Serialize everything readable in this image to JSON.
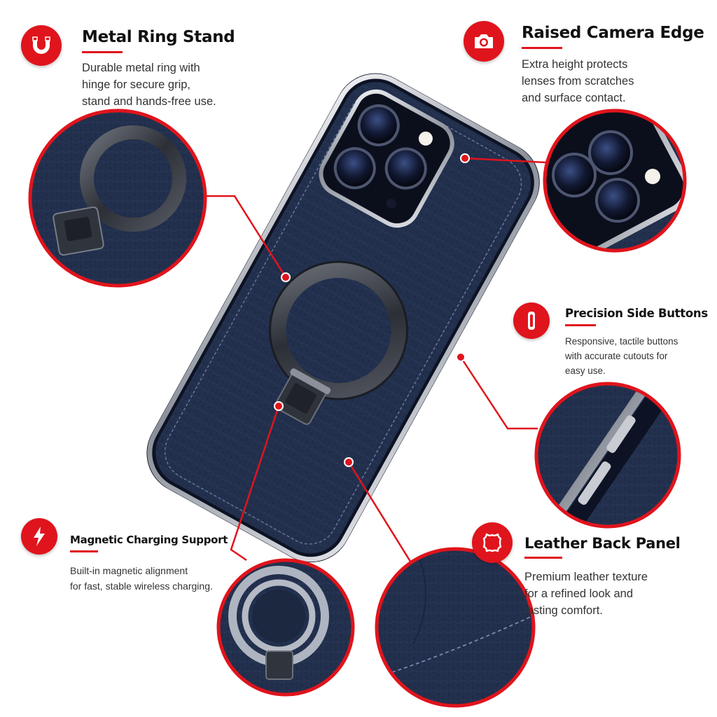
{
  "features": {
    "metal_ring_stand": {
      "icon": "magnet-icon",
      "title": "Metal Ring Stand",
      "lines": [
        "Durable metal ring with",
        "hinge for secure grip,",
        "stand and hands-free use."
      ]
    },
    "raised_camera_edge": {
      "icon": "camera-icon",
      "title": "Raised Camera Edge",
      "lines": [
        "Extra height protects",
        "lenses from scratches",
        "and surface contact."
      ]
    },
    "precision_side_buttons": {
      "icon": "side-button-icon",
      "title": "Precision Side Buttons",
      "lines": [
        "Responsive, tactile buttons",
        "with accurate cutouts for",
        "easy use."
      ]
    },
    "magnetic_charging_support": {
      "icon": "lightning-icon",
      "title": "Magnetic Charging Support",
      "lines": [
        "Built-in magnetic alignment",
        "for fast, stable wireless charging."
      ]
    },
    "leather_back_panel": {
      "icon": "leather-hide-icon",
      "title": "Leather Back Panel",
      "lines": [
        "Premium leather texture",
        "for a refined look and",
        "lasting comfort."
      ]
    }
  },
  "colors": {
    "accent": "#e0141c",
    "case_navy": "#1f2a44",
    "chrome": "#c9ccd3",
    "text": "#333333"
  }
}
